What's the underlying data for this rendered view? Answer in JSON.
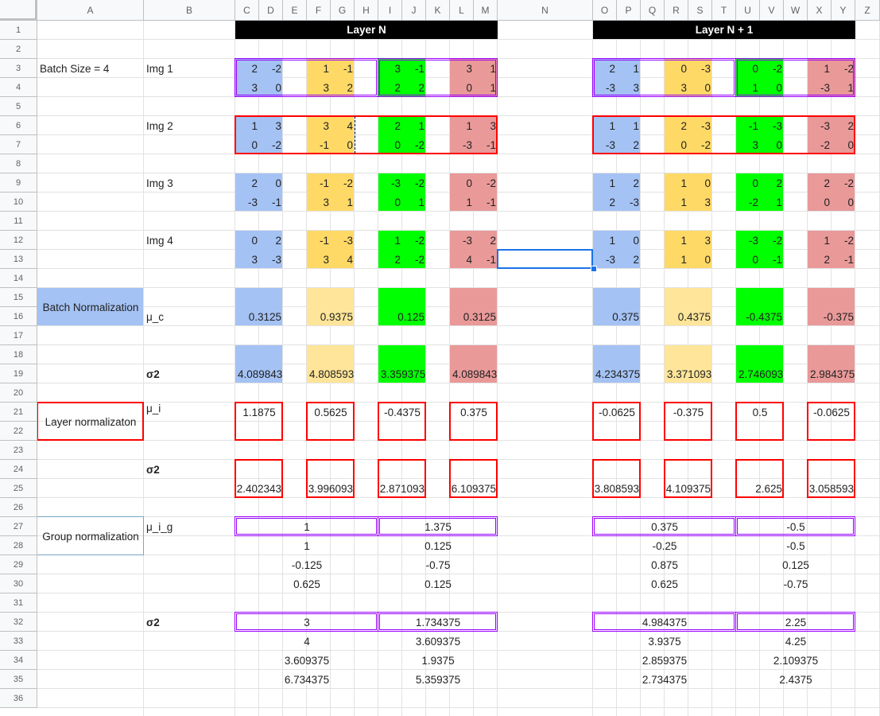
{
  "colors": {
    "blue": "#a4c2f4",
    "yellow": "#ffd966",
    "lightyellow": "#ffe599",
    "green": "#00ff00",
    "pink": "#ea9999",
    "lightblue": "#a4c2f4",
    "red": "#ff0000",
    "purple": "#9900ff",
    "black": "#000000"
  },
  "columns": [
    "A",
    "B",
    "C",
    "D",
    "E",
    "F",
    "G",
    "H",
    "I",
    "J",
    "K",
    "L",
    "M",
    "N",
    "O",
    "P",
    "Q",
    "R",
    "S",
    "T",
    "U",
    "V",
    "W",
    "X",
    "Y",
    "Z"
  ],
  "rows": [
    "1",
    "2",
    "3",
    "4",
    "5",
    "6",
    "7",
    "8",
    "9",
    "10",
    "11",
    "12",
    "13",
    "14",
    "15",
    "16",
    "17",
    "18",
    "19",
    "20",
    "21",
    "22",
    "23",
    "24",
    "25",
    "26",
    "27",
    "28",
    "29",
    "30",
    "31",
    "32",
    "33",
    "34",
    "35",
    "36"
  ],
  "headers": {
    "layer_n": "Layer N",
    "layer_n1": "Layer N + 1"
  },
  "labels": {
    "batch_size": "Batch Size = 4",
    "img1": "Img 1",
    "img2": "Img 2",
    "img3": "Img 3",
    "img4": "Img 4",
    "batch_norm": "Batch Normalization",
    "layer_norm": "Layer normalizaton",
    "group_norm": "Group normalization",
    "mu_c": "μ_c",
    "sigma2": "σ2",
    "mu_i": "μ_i",
    "mu_i_g": "μ_i_g"
  },
  "images": [
    {
      "n": [
        [
          "2",
          "-2"
        ],
        [
          "3",
          "0"
        ],
        [
          "1",
          "-1"
        ],
        [
          "3",
          "2"
        ],
        [
          "3",
          "-1"
        ],
        [
          "2",
          "2"
        ],
        [
          "3",
          "1"
        ],
        [
          "0",
          "1"
        ]
      ],
      "n1": [
        [
          "2",
          "1"
        ],
        [
          "-3",
          "3"
        ],
        [
          "0",
          "-3"
        ],
        [
          "3",
          "0"
        ],
        [
          "0",
          "-2"
        ],
        [
          "1",
          "0"
        ],
        [
          "1",
          "-2"
        ],
        [
          "-3",
          "1"
        ]
      ]
    },
    {
      "n": [
        [
          "1",
          "3"
        ],
        [
          "0",
          "-2"
        ],
        [
          "3",
          "4"
        ],
        [
          "-1",
          "0"
        ],
        [
          "2",
          "1"
        ],
        [
          "0",
          "-2"
        ],
        [
          "1",
          "3"
        ],
        [
          "-3",
          "-1"
        ]
      ],
      "n1": [
        [
          "1",
          "1"
        ],
        [
          "-3",
          "2"
        ],
        [
          "2",
          "-3"
        ],
        [
          "0",
          "-2"
        ],
        [
          "-1",
          "-3"
        ],
        [
          "3",
          "0"
        ],
        [
          "-3",
          "2"
        ],
        [
          "-2",
          "0"
        ]
      ]
    },
    {
      "n": [
        [
          "2",
          "0"
        ],
        [
          "-3",
          "-1"
        ],
        [
          "-1",
          "-2"
        ],
        [
          "3",
          "1"
        ],
        [
          "-3",
          "-2"
        ],
        [
          "0",
          "1"
        ],
        [
          "0",
          "-2"
        ],
        [
          "1",
          "-1"
        ]
      ],
      "n1": [
        [
          "1",
          "2"
        ],
        [
          "2",
          "-3"
        ],
        [
          "1",
          "0"
        ],
        [
          "1",
          "3"
        ],
        [
          "0",
          "2"
        ],
        [
          "-2",
          "1"
        ],
        [
          "2",
          "-2"
        ],
        [
          "0",
          "0"
        ]
      ]
    },
    {
      "n": [
        [
          "0",
          "2"
        ],
        [
          "3",
          "-3"
        ],
        [
          "-1",
          "-3"
        ],
        [
          "3",
          "4"
        ],
        [
          "1",
          "-2"
        ],
        [
          "2",
          "-2"
        ],
        [
          "-3",
          "2"
        ],
        [
          "4",
          "-1"
        ]
      ],
      "n1": [
        [
          "1",
          "0"
        ],
        [
          "-3",
          "2"
        ],
        [
          "1",
          "3"
        ],
        [
          "1",
          "0"
        ],
        [
          "-3",
          "-2"
        ],
        [
          "0",
          "-1"
        ],
        [
          "1",
          "-2"
        ],
        [
          "2",
          "-1"
        ]
      ]
    }
  ],
  "batch_norm": {
    "mu_c": {
      "n": [
        "0.3125",
        "0.9375",
        "0.125",
        "0.3125"
      ],
      "n1": [
        "0.375",
        "0.4375",
        "-0.4375",
        "-0.375"
      ]
    },
    "sigma2": {
      "n": [
        "4.089843",
        "4.808593",
        "3.359375",
        "4.089843"
      ],
      "n1": [
        "4.234375",
        "3.371093",
        "2.746093",
        "2.984375"
      ]
    }
  },
  "layer_norm": {
    "mu_i": {
      "n": [
        "1.1875",
        "0.5625",
        "-0.4375",
        "0.375"
      ],
      "n1": [
        "-0.0625",
        "-0.375",
        "0.5",
        "-0.0625"
      ]
    },
    "sigma2": {
      "n": [
        "2.402343",
        "3.996093",
        "2.871093",
        "6.109375"
      ],
      "n1": [
        "3.808593",
        "4.109375",
        "2.625",
        "3.058593"
      ]
    }
  },
  "group_norm": {
    "mu_i_g": {
      "g1": [
        "1",
        "1",
        "-0.125",
        "0.625"
      ],
      "g2": [
        "1.375",
        "0.125",
        "-0.75",
        "0.125"
      ],
      "g3": [
        "0.375",
        "-0.25",
        "0.875",
        "0.625"
      ],
      "g4": [
        "-0.5",
        "-0.5",
        "0.125",
        "-0.75"
      ]
    },
    "sigma2": {
      "g1": [
        "3",
        "4",
        "3.609375",
        "6.734375"
      ],
      "g2": [
        "1.734375",
        "3.609375",
        "1.9375",
        "5.359375"
      ],
      "g3": [
        "4.984375",
        "3.9375",
        "2.859375",
        "2.734375"
      ],
      "g4": [
        "2.25",
        "4.25",
        "2.109375",
        "2.4375"
      ]
    }
  }
}
